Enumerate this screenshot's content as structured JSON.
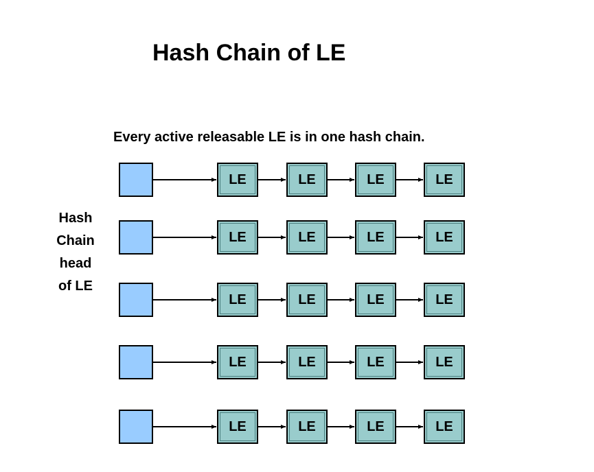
{
  "title": "Hash Chain of LE",
  "subtitle": "Every active releasable LE is in one hash chain.",
  "side_label": [
    "Hash",
    "Chain",
    "head",
    "of LE"
  ],
  "node_label": "LE",
  "chains": [
    {
      "nodes": [
        "LE",
        "LE",
        "LE",
        "LE"
      ]
    },
    {
      "nodes": [
        "LE",
        "LE",
        "LE",
        "LE"
      ]
    },
    {
      "nodes": [
        "LE",
        "LE",
        "LE",
        "LE"
      ]
    },
    {
      "nodes": [
        "LE",
        "LE",
        "LE",
        "LE"
      ]
    },
    {
      "nodes": [
        "LE",
        "LE",
        "LE",
        "LE"
      ]
    }
  ],
  "colors": {
    "head_fill": "#99ccff",
    "node_fill": "#99cccc",
    "stroke": "#000000"
  }
}
